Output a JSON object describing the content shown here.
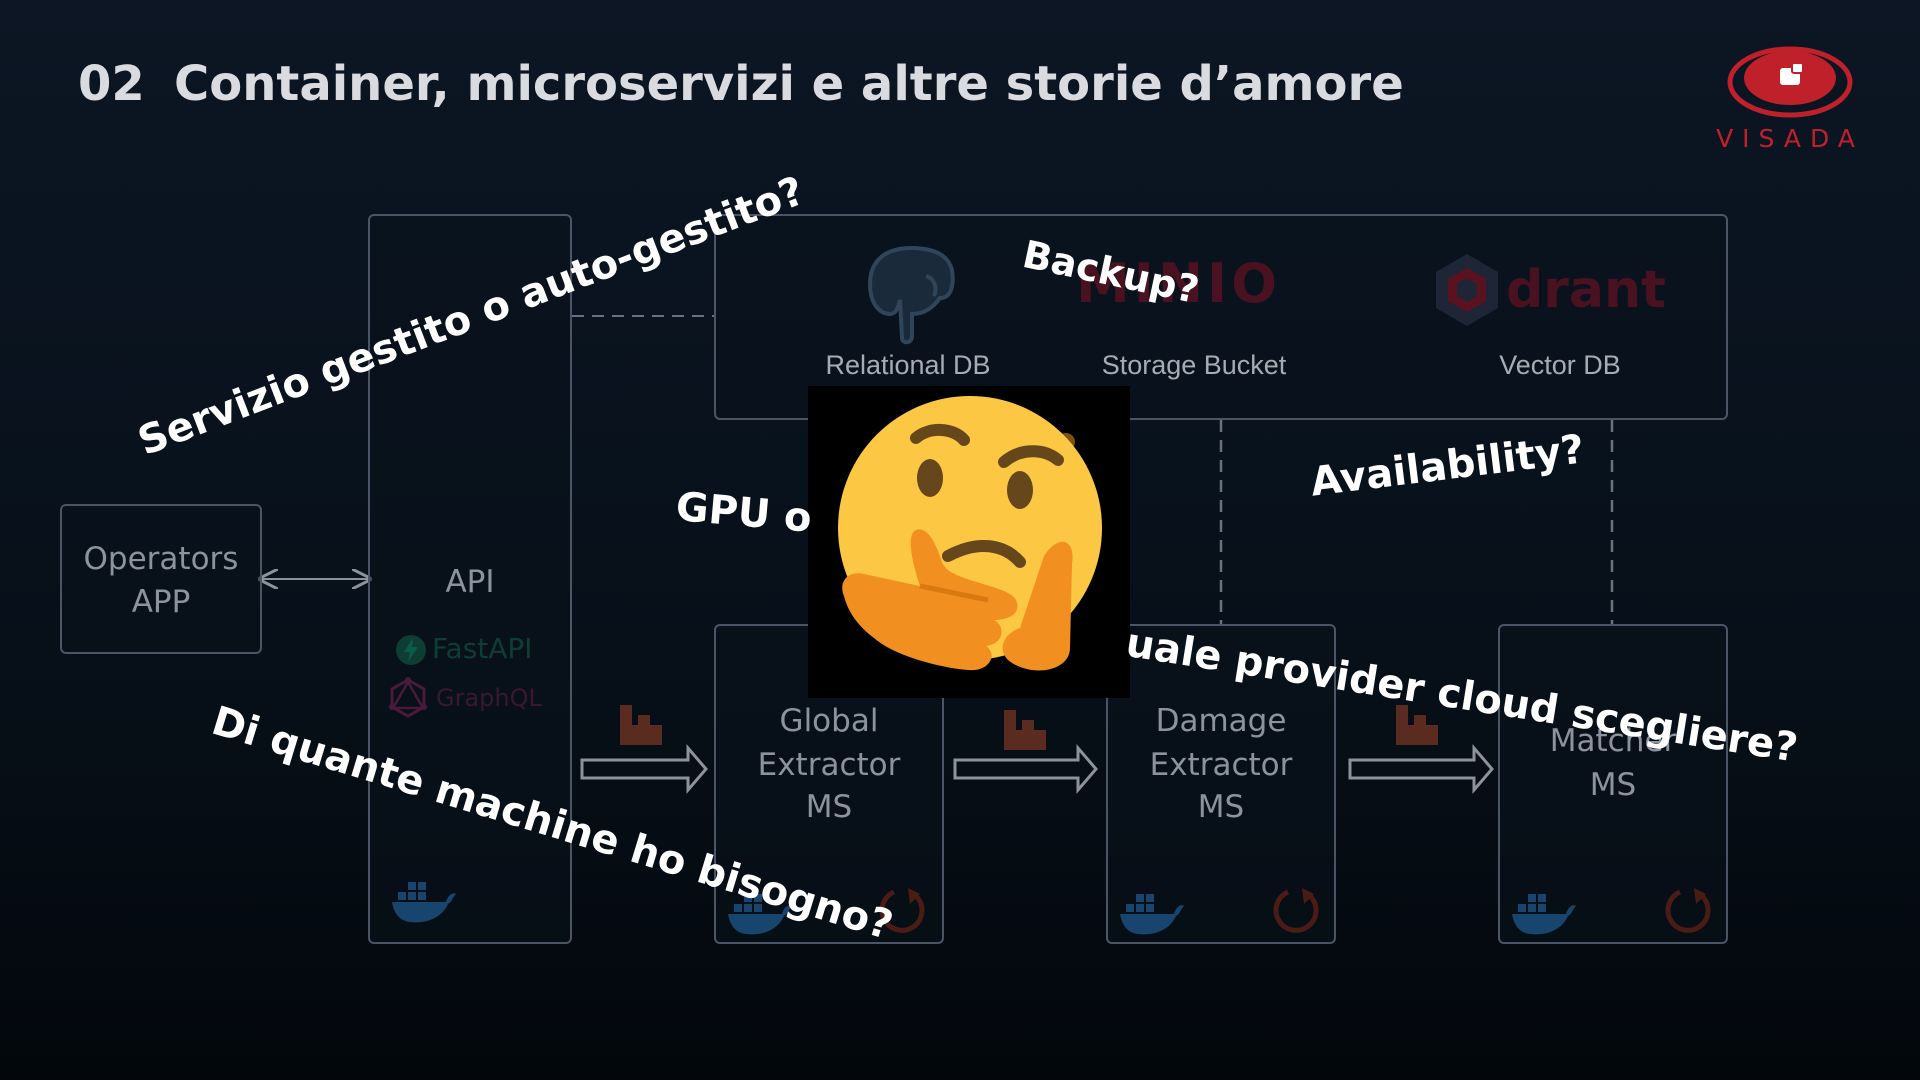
{
  "header": {
    "number": "02",
    "title": "Container, microservizi e altre storie d’amore"
  },
  "logo": {
    "text": "VISADA",
    "color": "#c0202a"
  },
  "boxes": {
    "operators": {
      "line1": "Operators",
      "line2": "APP"
    },
    "api": {
      "label": "API",
      "tech1": "FastAPI",
      "tech2": "GraphQL"
    },
    "global": {
      "line1": "Global",
      "line2": "Extractor",
      "line3": "MS"
    },
    "damage": {
      "line1": "Damage",
      "line2": "Extractor",
      "line3": "MS"
    },
    "matcher": {
      "line1": "Matcher",
      "line2": "MS"
    }
  },
  "storage": {
    "relational": "Relational DB",
    "bucket": "Storage Bucket",
    "vector": "Vector DB",
    "minio_logo": "MINIO",
    "qdrant_logo": "drant"
  },
  "questions": {
    "managed": "Servizio gestito o auto-gestito?",
    "backup": "Backup?",
    "gpu": "GPU o",
    "availability": "Availability?",
    "provider": "uale provider cloud scegliere?",
    "machines": "Di quante machine ho bisogno?"
  },
  "icons": [
    "postgres-elephant-icon",
    "minio-logo-icon",
    "qdrant-logo-icon",
    "fastapi-icon",
    "graphql-icon",
    "docker-whale-icon",
    "refresh-cycle-icon",
    "message-queue-icon",
    "arrow-right-icon",
    "thinking-face-emoji"
  ],
  "colors": {
    "accent": "#c0202a",
    "box_border": "#4b5565",
    "docker": "#17456e",
    "queue": "#5a2b1f"
  }
}
